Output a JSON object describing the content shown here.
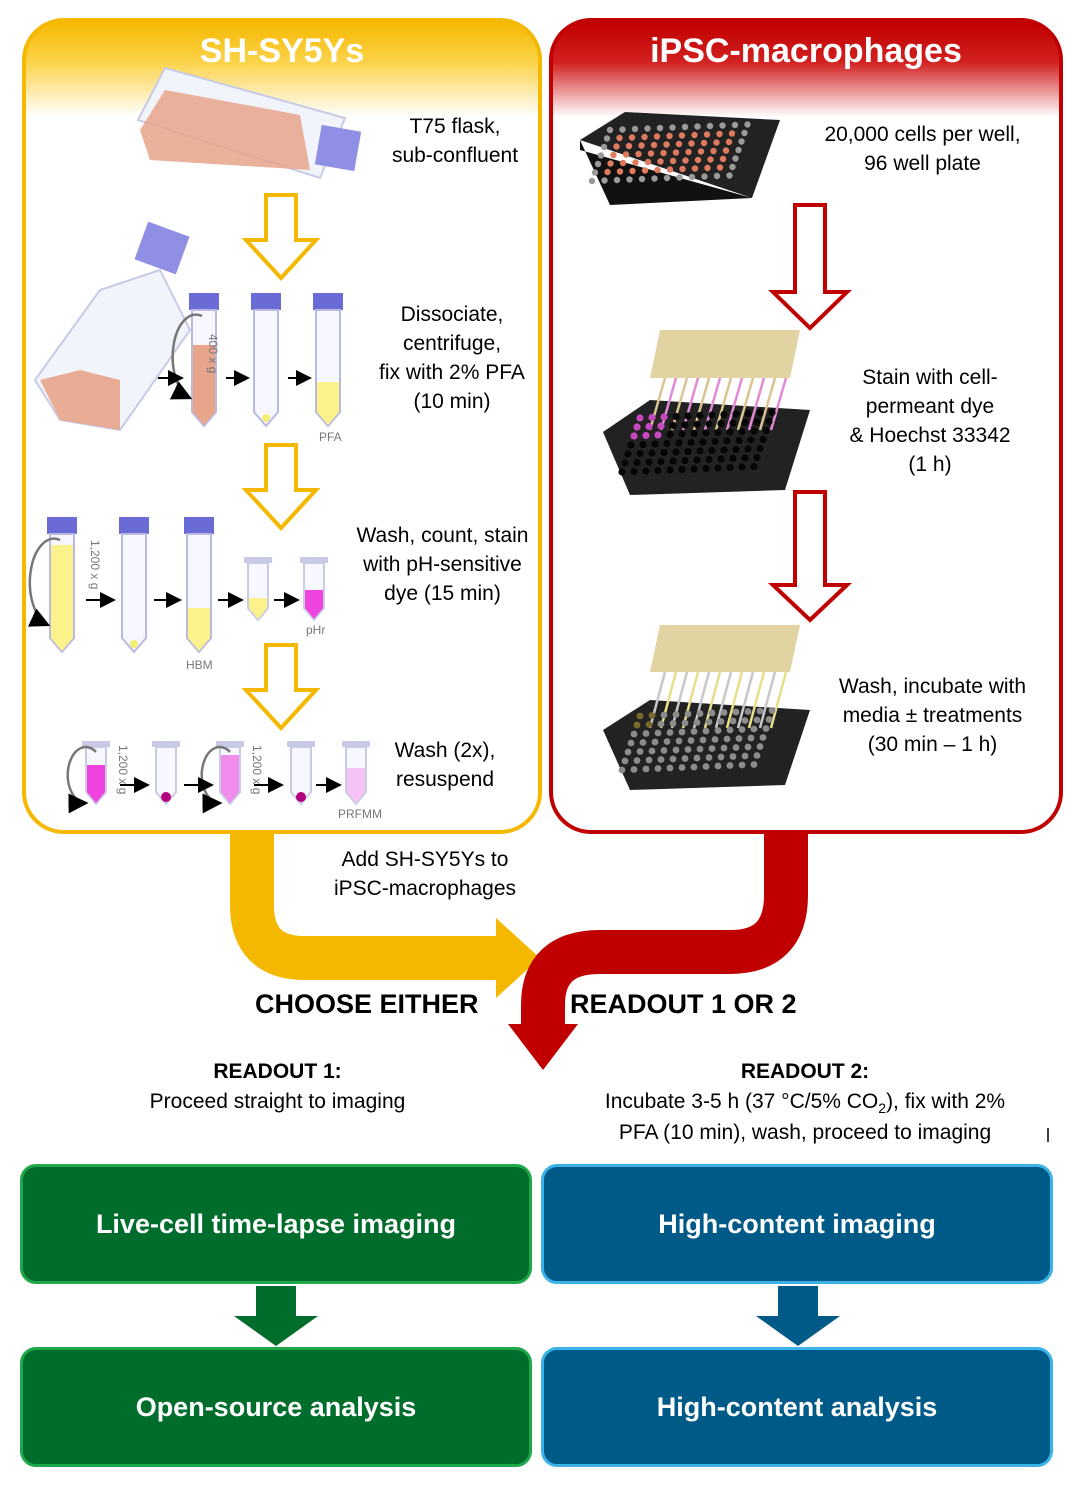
{
  "left_panel": {
    "title": "SH-SY5Ys",
    "step1": "T75 flask,\nsub-confluent",
    "step2": "Dissociate,\ncentrifuge,\nfix with 2% PFA\n(10 min)",
    "step3": "Wash, count, stain\nwith pH-sensitive\ndye (15 min)",
    "step4": "Wash (2x),\nresuspend",
    "tube_labels": {
      "pfa": "PFA",
      "hbm": "HBM",
      "phr": "pHr",
      "prfmm": "PRFMM"
    },
    "spin_labels": {
      "spin_400": "400 x g",
      "spin_1200": "1,200 x g"
    }
  },
  "right_panel": {
    "title": "iPSC-macrophages",
    "step1": "20,000 cells per well,\n96 well plate",
    "step2": "Stain with cell-\npermeant dye\n& Hoechst 33342\n(1 h)",
    "step3": "Wash, incubate with\nmedia ± treatments\n(30 min – 1 h)"
  },
  "merge_text": "Add SH-SY5Ys to\niPSC-macrophages",
  "choose_left": "CHOOSE EITHER",
  "choose_right": "READOUT 1 OR 2",
  "readout1": {
    "heading": "READOUT 1:",
    "text": "Proceed straight to imaging"
  },
  "readout2": {
    "heading": "READOUT 2:",
    "text_a": "Incubate 3-5 h (37 °C/5% CO",
    "text_sub": "2",
    "text_b": "), fix with 2%",
    "text_line2": "PFA (10 min), wash, proceed to imaging"
  },
  "boxes": {
    "live_cell": "Live-cell time-lapse imaging",
    "open_source": "Open-source analysis",
    "high_content_imaging": "High-content imaging",
    "high_content_analysis": "High-content analysis"
  },
  "colors": {
    "yellow": "#f5b800",
    "red": "#c00000",
    "green": "#006d2c",
    "green_border": "#1ea84a",
    "blue": "#005a87",
    "blue_border": "#3cb3e8"
  }
}
